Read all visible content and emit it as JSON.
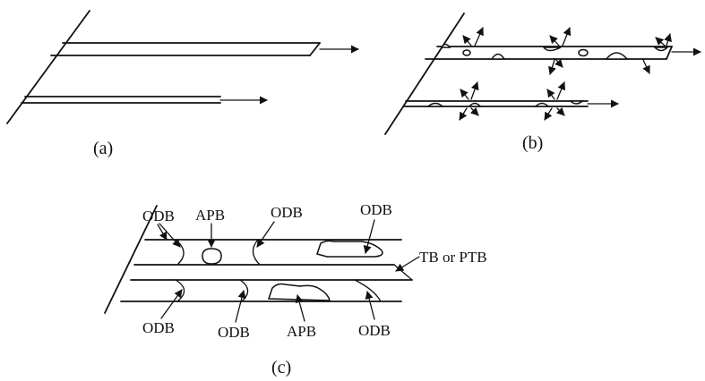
{
  "panels": {
    "a": {
      "label": "(a)"
    },
    "b": {
      "label": "(b)"
    },
    "c": {
      "label": "(c)",
      "labels": {
        "odb_top_left": "ODB",
        "apb_top": "APB",
        "odb_top_mid": "ODB",
        "odb_top_right": "ODB",
        "boundary": "TB or PTB",
        "odb_bottom_left": "ODB",
        "odb_bottom_mid": "ODB",
        "apb_bottom": "APB",
        "odb_bottom_right": "ODB"
      }
    }
  }
}
